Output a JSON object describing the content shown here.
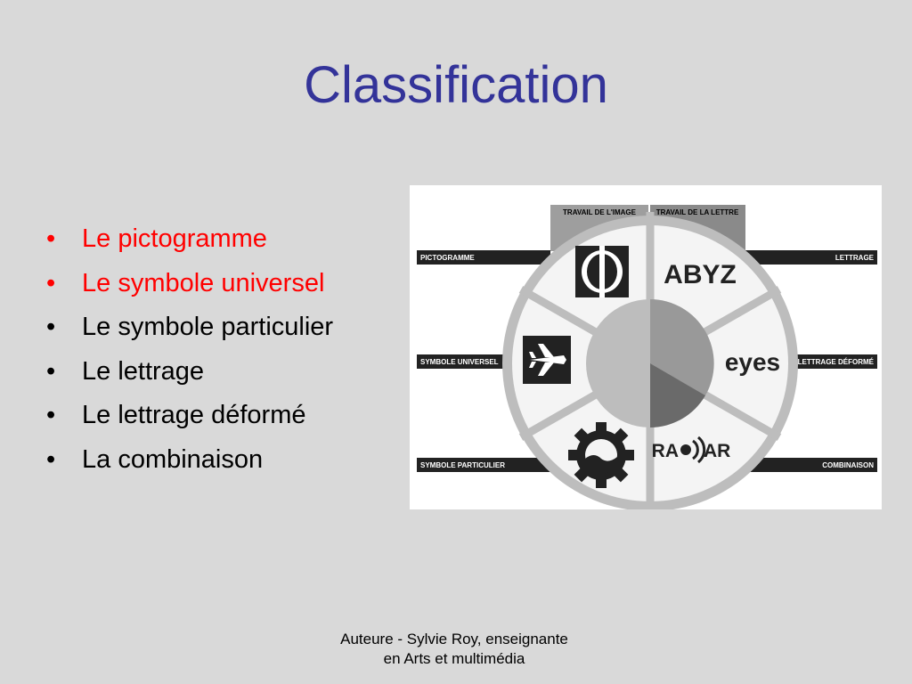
{
  "slide": {
    "title": "Classification",
    "bullets": [
      {
        "text": "Le pictogramme",
        "color": "#ff0000"
      },
      {
        "text": "Le symbole universel",
        "color": "#ff0000"
      },
      {
        "text": "Le symbole particulier",
        "color": "#000000"
      },
      {
        "text": "Le lettrage",
        "color": "#000000"
      },
      {
        "text": "Le lettrage déformé",
        "color": "#000000"
      },
      {
        "text": "La combinaison",
        "color": "#000000"
      }
    ],
    "bullet_glyph": "•"
  },
  "diagram": {
    "header_left": "TRAVAIL DE L'IMAGE",
    "header_right": "TRAVAIL DE LA LETTRE",
    "left_labels": [
      "PICTOGRAMME",
      "SYMBOLE UNIVERSEL",
      "SYMBOLE PARTICULIER"
    ],
    "right_labels": [
      "LETTRAGE",
      "LETTRAGE DÉFORMÉ",
      "COMBINAISON"
    ],
    "lettrage_word": "ABYZ",
    "deformed_word": "eyes",
    "combo_left": "RA",
    "combo_right": "AR",
    "icons": [
      "pictogram-icon",
      "airplane-icon",
      "gear-icon",
      "radar-icon"
    ]
  },
  "footer": {
    "line1": "Auteure - Sylvie Roy, enseignante",
    "line2": "en Arts et multimédia"
  }
}
